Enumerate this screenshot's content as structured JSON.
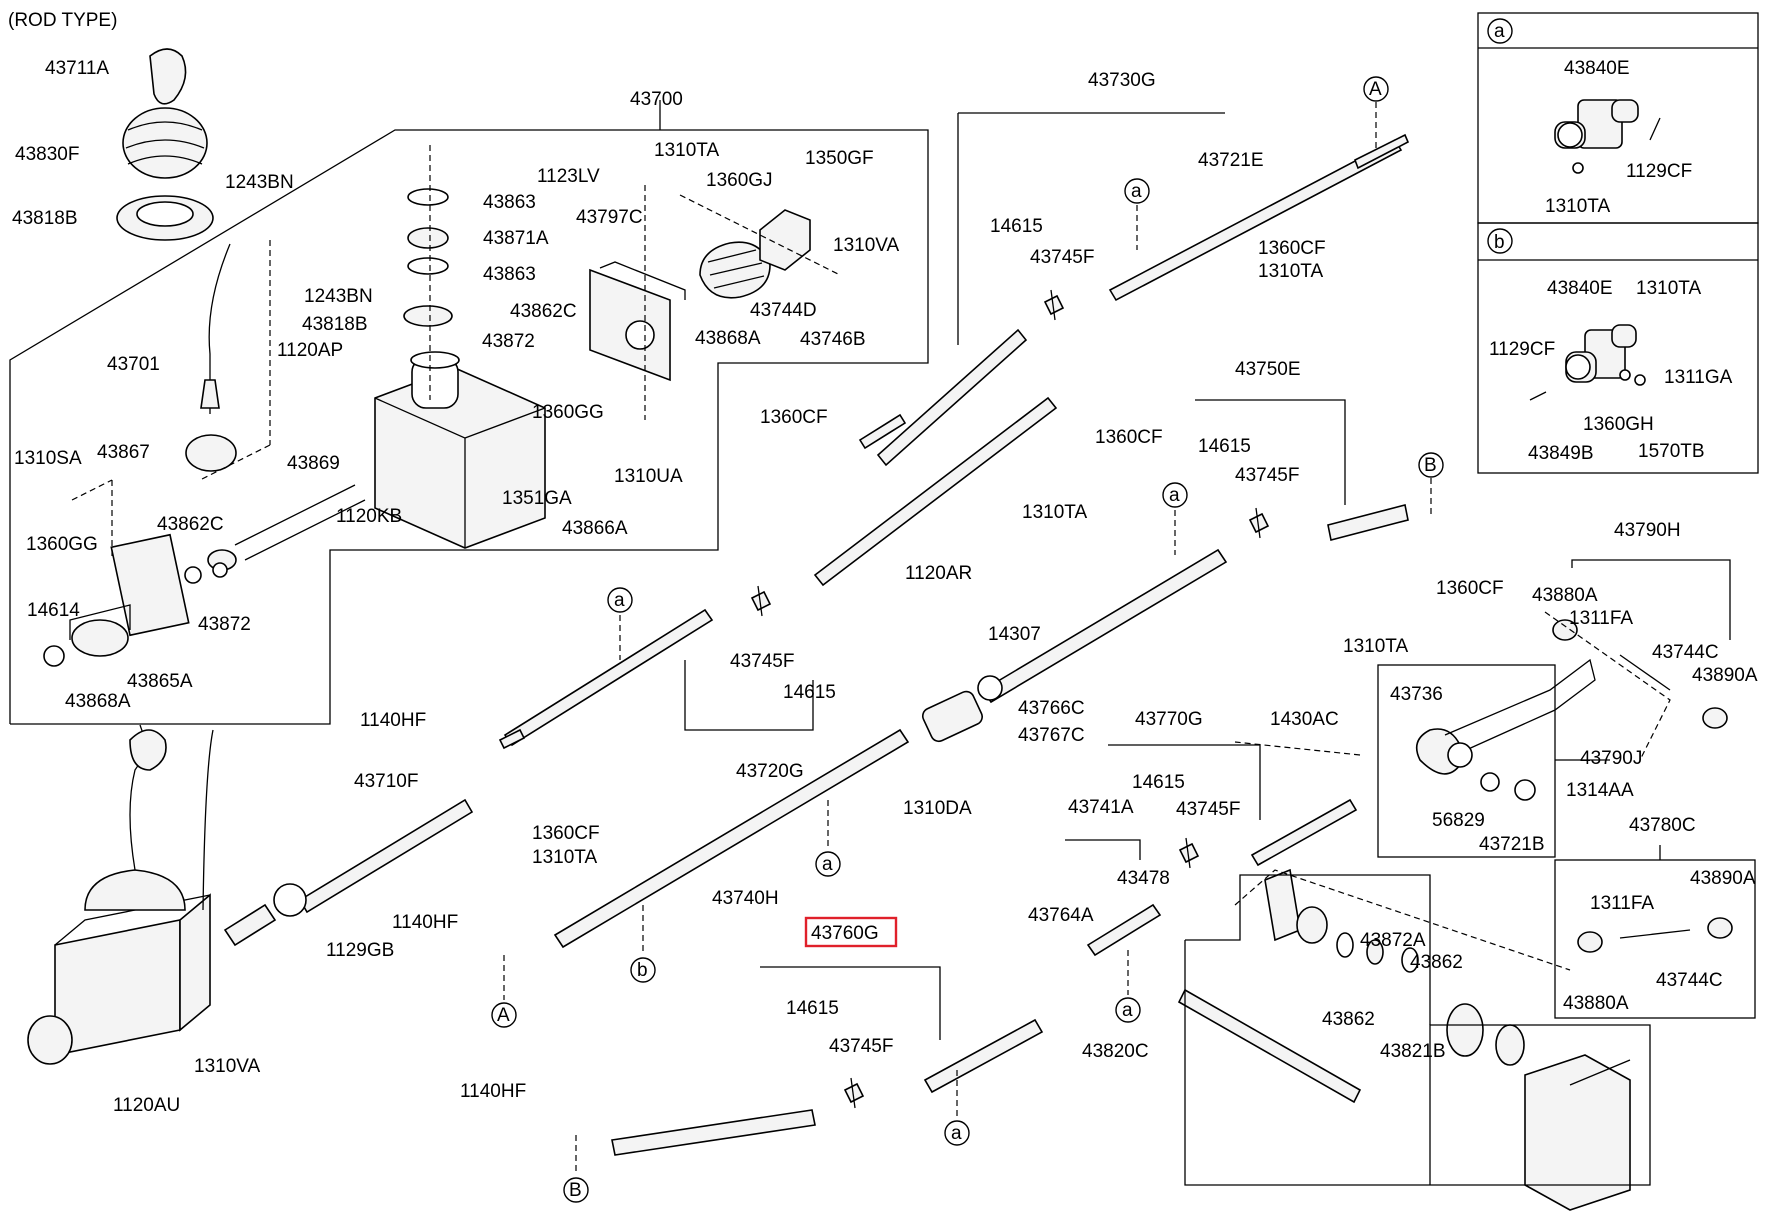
{
  "header": {
    "title": "(ROD TYPE)"
  },
  "highlight": {
    "part": "43760G",
    "color": "#e0202a"
  },
  "inset_a": {
    "badge": "a",
    "labels": [
      "43840E",
      "1129CF",
      "1310TA"
    ]
  },
  "inset_b": {
    "badge": "b",
    "labels": [
      "43840E",
      "1310TA",
      "1129CF",
      "1311GA",
      "1360GH",
      "43849B",
      "1570TB"
    ]
  },
  "shifter": {
    "box_label": "43700",
    "labels": [
      "43711A",
      "43830F",
      "1243BN",
      "43818B",
      "43701",
      "43867",
      "1310SA",
      "1360GG",
      "43862C",
      "14614",
      "43868A",
      "43865A",
      "43872",
      "43869",
      "43863",
      "43871A",
      "43863",
      "1243BN",
      "43818B",
      "1120AP",
      "43872",
      "1351GA",
      "1120KB",
      "43862C",
      "1360GG",
      "1123LV",
      "1310TA",
      "1360GJ",
      "1350GF",
      "43797C",
      "1310VA",
      "43868A",
      "43744D",
      "43746B",
      "1310UA",
      "43866A"
    ]
  },
  "linkage": {
    "labels": [
      "43730G",
      "43721E",
      "14615",
      "43745F",
      "1360CF",
      "1310TA",
      "1360CF",
      "1310TA",
      "1360CF",
      "43750E",
      "14615",
      "43745F",
      "1120AR",
      "14307",
      "43766C",
      "43767C",
      "1310DA",
      "14615",
      "43745F",
      "43720G",
      "1140HF",
      "43710F",
      "1360CF",
      "1310TA",
      "1129GB",
      "1140HF",
      "43740H",
      "43770G",
      "14615",
      "43745F",
      "43741A",
      "43478",
      "43764A",
      "1430AC",
      "43736",
      "56829",
      "43721B",
      "43790J",
      "1314AA",
      "43780C",
      "43790H",
      "1360CF",
      "43880A",
      "1311FA",
      "1310TA",
      "43744C",
      "43890A",
      "43890A",
      "1311FA",
      "43880A",
      "43744C",
      "43872A",
      "43862",
      "43862",
      "43821B",
      "43820C",
      "43760G",
      "14615",
      "43745F",
      "1140HF",
      "1310VA",
      "1120AU"
    ]
  },
  "markers": [
    "A",
    "A",
    "B",
    "B",
    "a",
    "a",
    "a",
    "a",
    "a",
    "b",
    "a",
    "a"
  ]
}
